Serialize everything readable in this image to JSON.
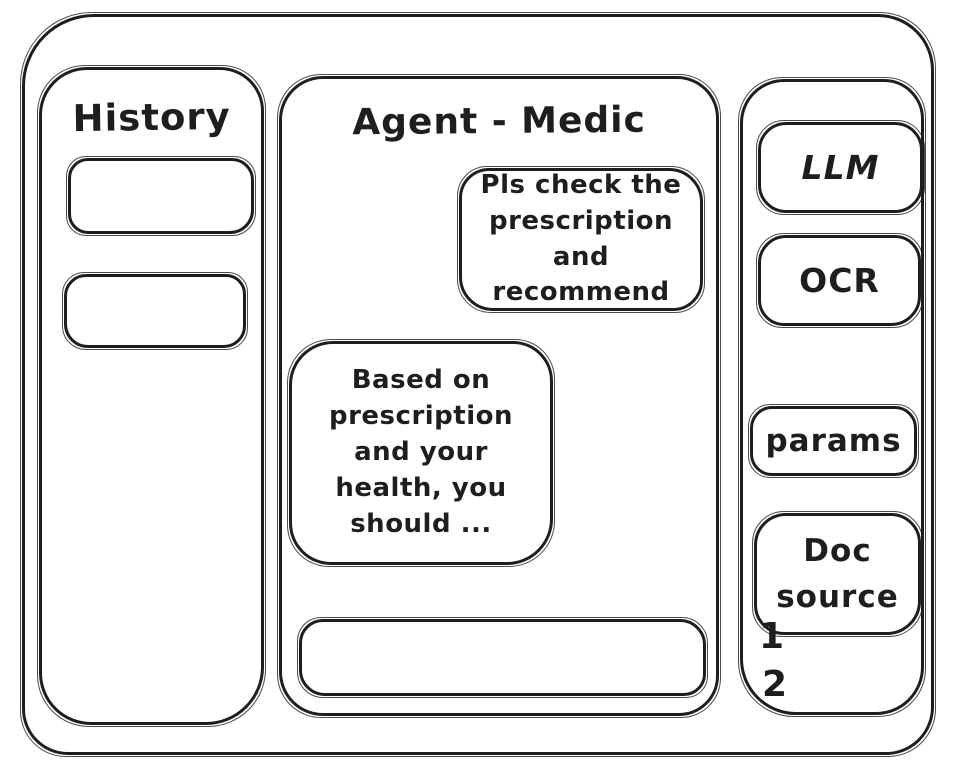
{
  "window": {
    "background": "#ffffff",
    "stroke": "#1e1e1e"
  },
  "history_panel": {
    "title": "History",
    "items": [
      {
        "label": ""
      },
      {
        "label": ""
      }
    ]
  },
  "chat_panel": {
    "title": "Agent - Medic",
    "messages": [
      {
        "role": "user",
        "text": "Pls check the prescription and recommend"
      },
      {
        "role": "assistant",
        "text": "Based on prescription and your health, you should ..."
      }
    ],
    "input_value": ""
  },
  "tools_panel": {
    "buttons": [
      {
        "id": "llm",
        "label": "LLM"
      },
      {
        "id": "ocr",
        "label": "OCR"
      },
      {
        "id": "params",
        "label": "params"
      },
      {
        "id": "doc-source",
        "label": "Doc source"
      }
    ],
    "step_labels": [
      "1",
      "2"
    ]
  }
}
